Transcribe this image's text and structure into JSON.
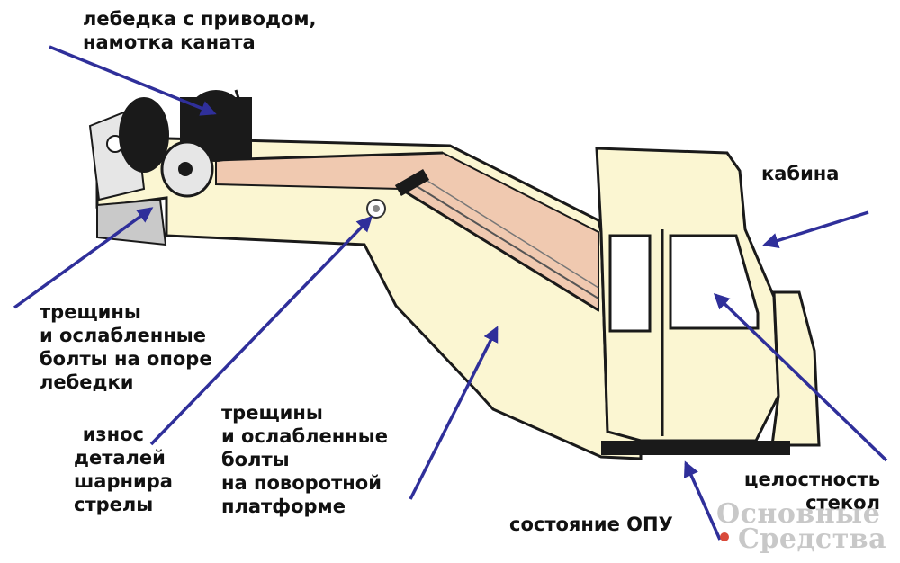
{
  "labels": {
    "winch": [
      "лебедка с приводом,",
      "намотка каната"
    ],
    "cabin": [
      "кабина"
    ],
    "winch_support": [
      "трещины",
      "и ослабленные",
      "болты на опоре",
      "лебедки"
    ],
    "hinge_wear": [
      "износ",
      "деталей",
      "шарнира",
      "стрелы"
    ],
    "platform_cracks": [
      "трещины",
      "и ослабленные",
      "болты",
      "на поворотной",
      "платформе"
    ],
    "glass": [
      "целостность",
      "стекол"
    ],
    "opu": [
      "состояние ОПУ"
    ]
  },
  "watermark": [
    "Основные",
    "Средства"
  ],
  "colors": {
    "arrow": "#2f2f9a",
    "body": "#fbf6d2",
    "outline": "#1a1a1a",
    "rail_stripe": "#f0c9b0",
    "winch_drum": "#1a1a1a",
    "bracket": "#c9c9c9",
    "watermark": "#c8c8c8",
    "watermark_dot": "#d94a3a"
  }
}
